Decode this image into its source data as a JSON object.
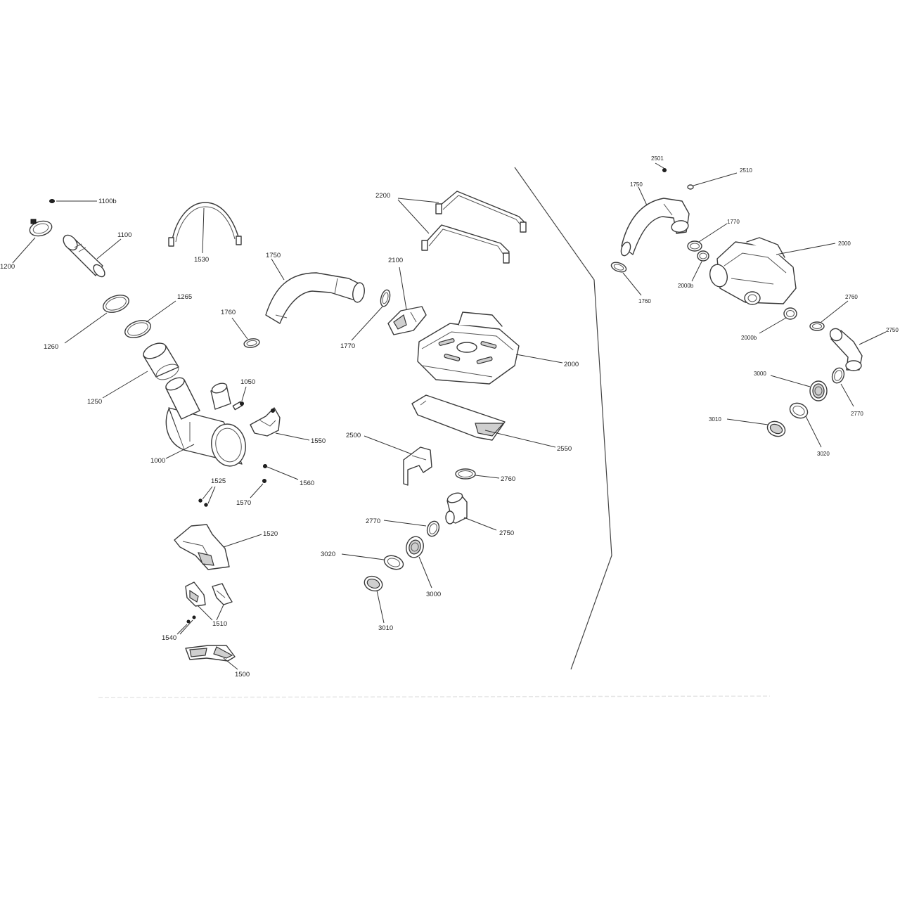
{
  "callouts": {
    "c1100b": "1100b",
    "c1200": "1200",
    "c1100": "1100",
    "c1530": "1530",
    "c1265": "1265",
    "c1260": "1260",
    "c1750_left": "1750",
    "c1760_left": "1760",
    "c1770_left": "1770",
    "c1250": "1250",
    "c1050": "1050",
    "c1550": "1550",
    "c1000": "1000",
    "c1525": "1525",
    "c1560": "1560",
    "c1570": "1570",
    "c1520": "1520",
    "c1510": "1510",
    "c1540": "1540",
    "c1500": "1500",
    "c2200": "2200",
    "c2100": "2100",
    "c2000_mid": "2000",
    "c2500": "2500",
    "c2550": "2550",
    "c2760_mid": "2760",
    "c2770_mid": "2770",
    "c2750_mid": "2750",
    "c3020_mid": "3020",
    "c3000_mid": "3000",
    "c3010_mid": "3010",
    "c2501": "2501",
    "c2510": "2510",
    "c1750_right": "1750",
    "c1770_right": "1770",
    "c2000_right": "2000",
    "c2000b_top": "2000b",
    "c1760_right": "1760",
    "c2760_right": "2760",
    "c2000b_bottom": "2000b",
    "c2750_right": "2750",
    "c3000_right": "3000",
    "c2770_right": "2770",
    "c3010_right": "3010",
    "c3020_right": "3020"
  }
}
